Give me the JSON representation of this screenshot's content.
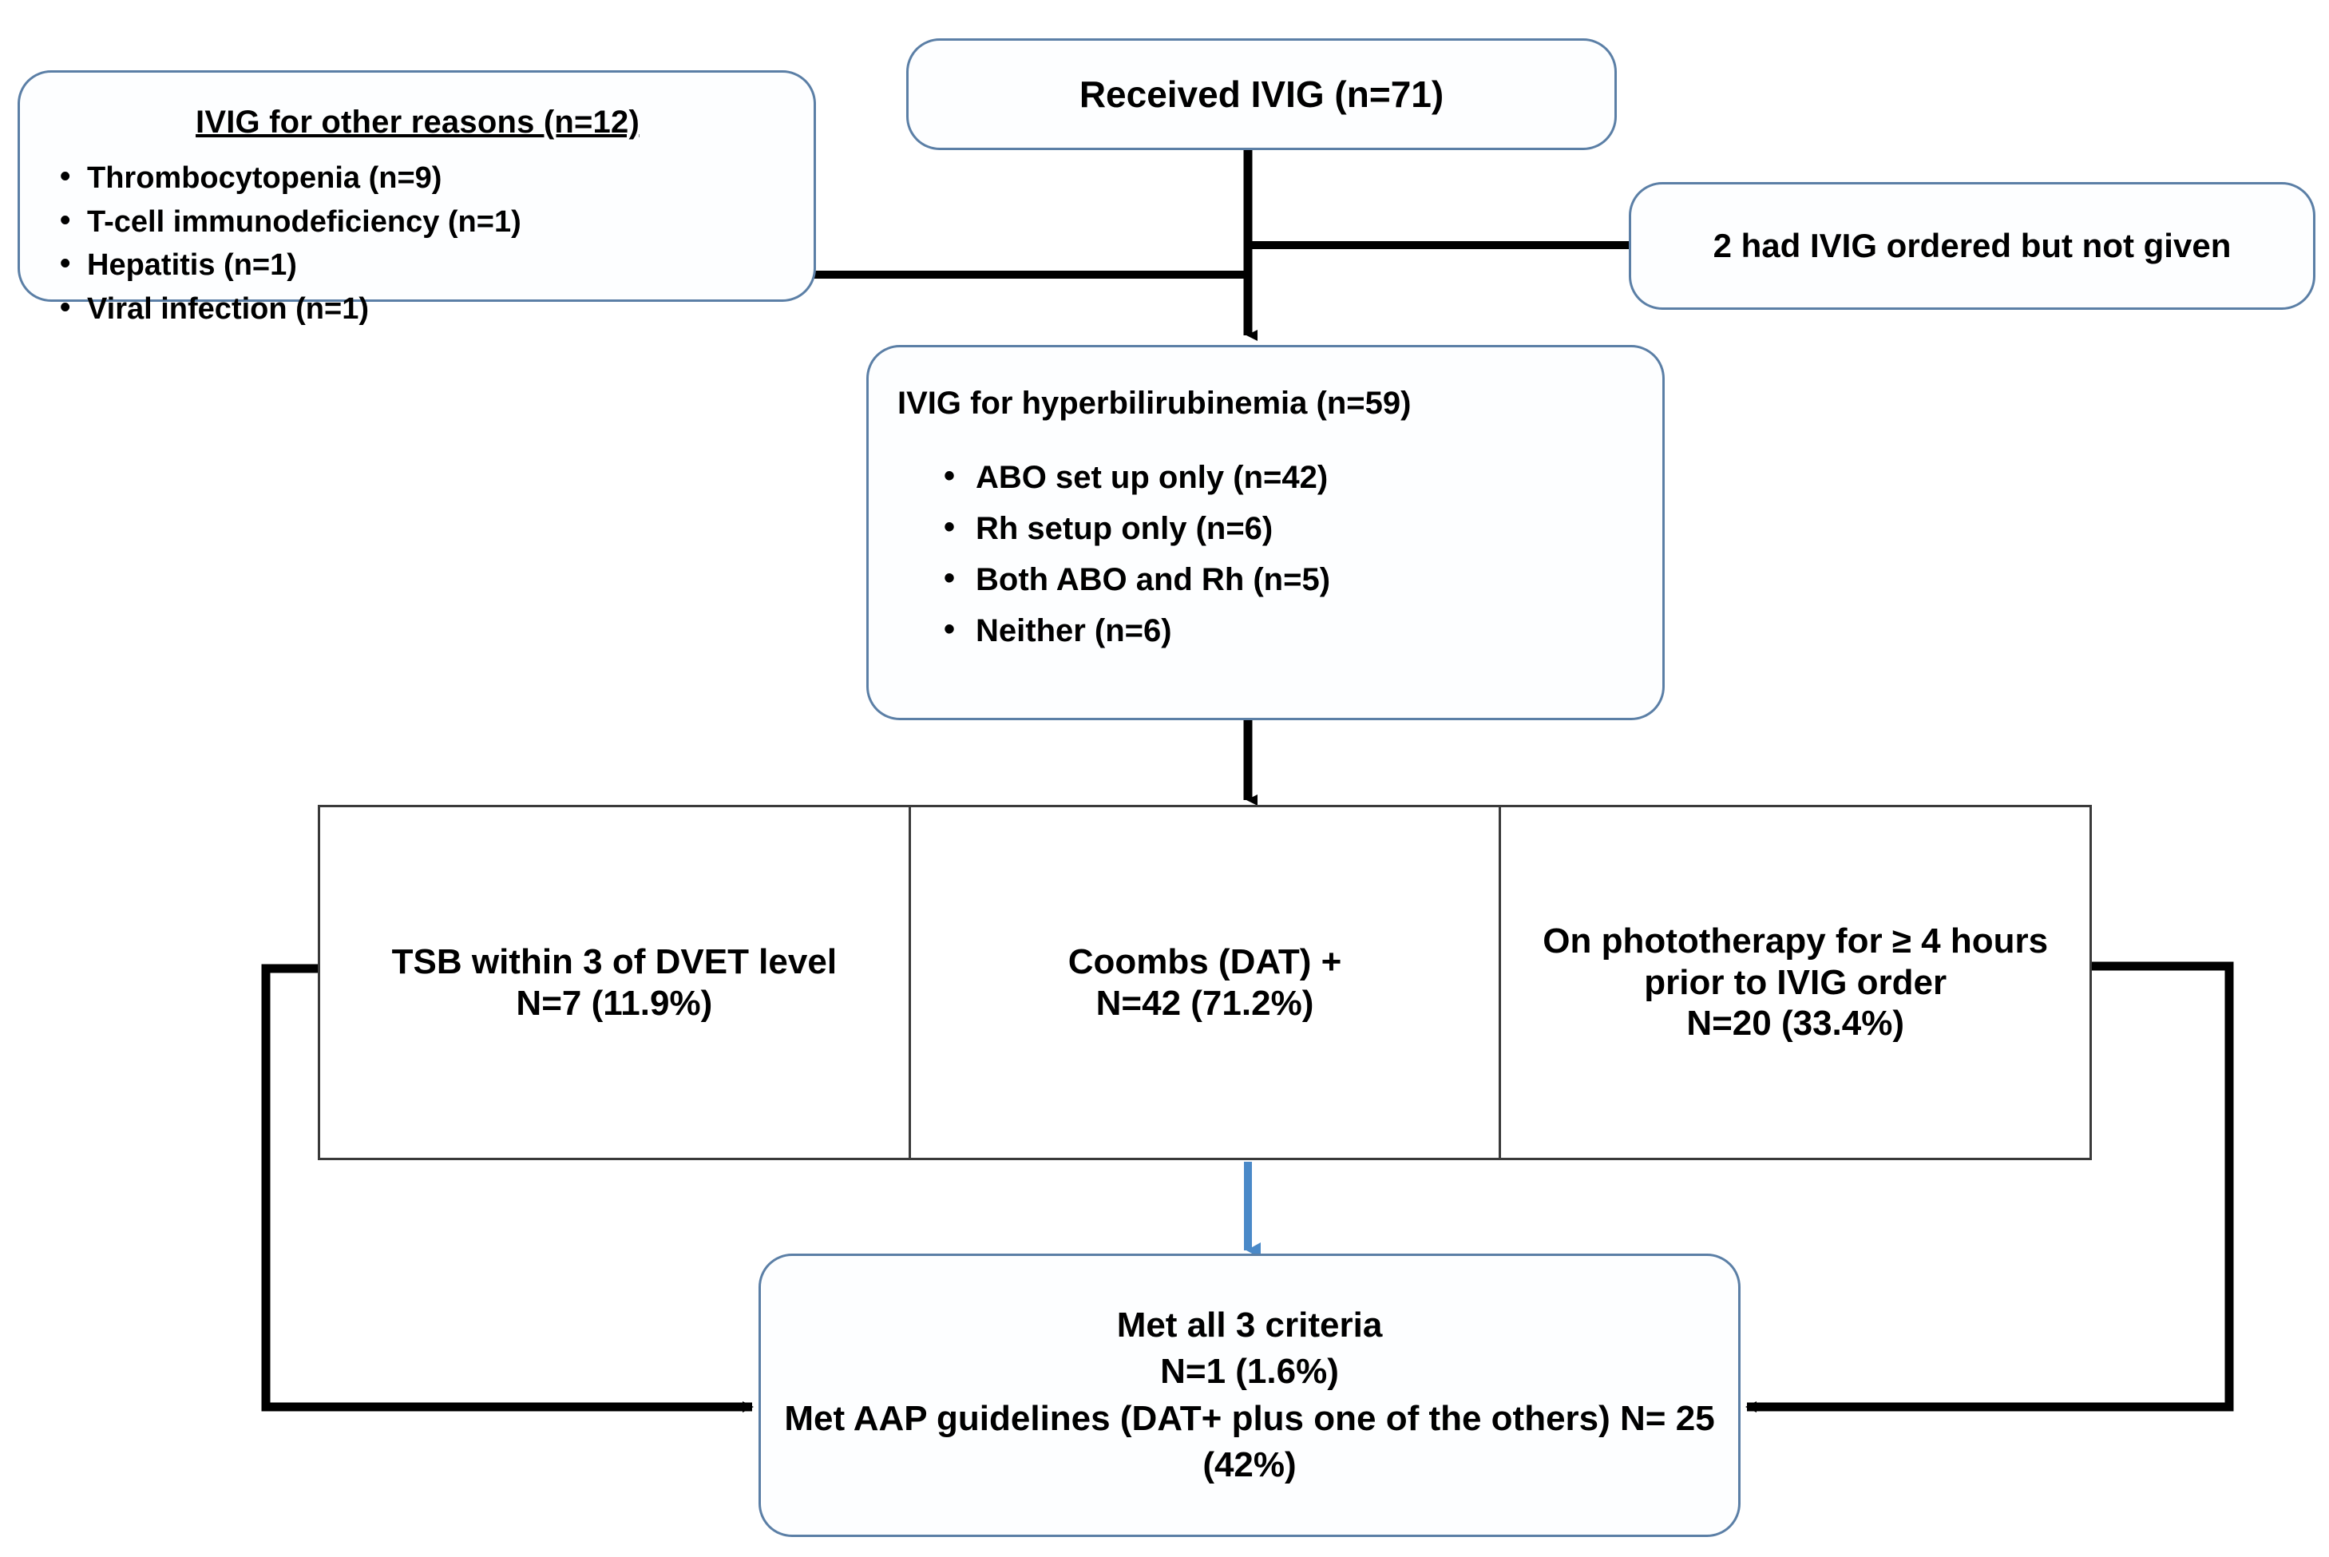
{
  "diagram": {
    "title": "IVIG administration flow for hyperbilirubinemia",
    "colors": {
      "box_border": "#5B7FA6",
      "box_fill": "#FDFEFF",
      "table_border": "#3A3A3A",
      "connector_black": "#000000",
      "connector_blue": "#4A89C8"
    }
  },
  "nodes": {
    "received_ivig": {
      "label": "Received IVIG (n=71)"
    },
    "other_reasons": {
      "header": "IVIG for other reasons (n=12)",
      "items": [
        "Thrombocytopenia  (n=9)",
        "T-cell immunodeficiency (n=1)",
        "Hepatitis  (n=1)",
        "Viral infection (n=1)"
      ]
    },
    "not_given": {
      "label": "2 had IVIG ordered but not given"
    },
    "hyperbilirubinemia": {
      "header": "IVIG for hyperbilirubinemia  (n=59)",
      "items": [
        "ABO set up only (n=42)",
        "Rh setup only (n=6)",
        "Both ABO and  Rh (n=5)",
        "Neither (n=6)"
      ]
    },
    "outcome": {
      "line1": "Met all 3 criteria",
      "line2": "N=1 (1.6%)",
      "line3": "Met AAP guidelines (DAT+ plus one of the others) N= 25 (42%)"
    }
  },
  "criteria_table": {
    "columns": [
      {
        "label": "TSB within 3 of DVET level",
        "value": "N=7 (11.9%)"
      },
      {
        "label": "Coombs (DAT) +",
        "value": "N=42 (71.2%)"
      },
      {
        "label": "On phototherapy for ≥ 4 hours prior to IVIG order",
        "value": "N=20 (33.4%)"
      }
    ]
  },
  "chart_data": {
    "type": "table",
    "title": "IVIG administration flow for hyperbilirubinemia",
    "categories": [
      "Received IVIG",
      "IVIG ordered but not given",
      "IVIG for other reasons",
      "IVIG for hyperbilirubinemia",
      "TSB within 3 of DVET level",
      "Coombs (DAT) +",
      "On phototherapy ≥ 4 hours prior to IVIG order",
      "Met all 3 criteria",
      "Met AAP guidelines (DAT+ plus one of the others)"
    ],
    "values": [
      71,
      2,
      12,
      59,
      7,
      42,
      20,
      1,
      25
    ],
    "percents": [
      null,
      null,
      null,
      null,
      11.9,
      71.2,
      33.4,
      1.6,
      42
    ],
    "breakdown_other_reasons": {
      "Thrombocytopenia": 9,
      "T-cell immunodeficiency": 1,
      "Hepatitis": 1,
      "Viral infection": 1
    },
    "breakdown_hyperbilirubinemia": {
      "ABO set up only": 42,
      "Rh setup only": 6,
      "Both ABO and Rh": 5,
      "Neither": 6
    }
  }
}
